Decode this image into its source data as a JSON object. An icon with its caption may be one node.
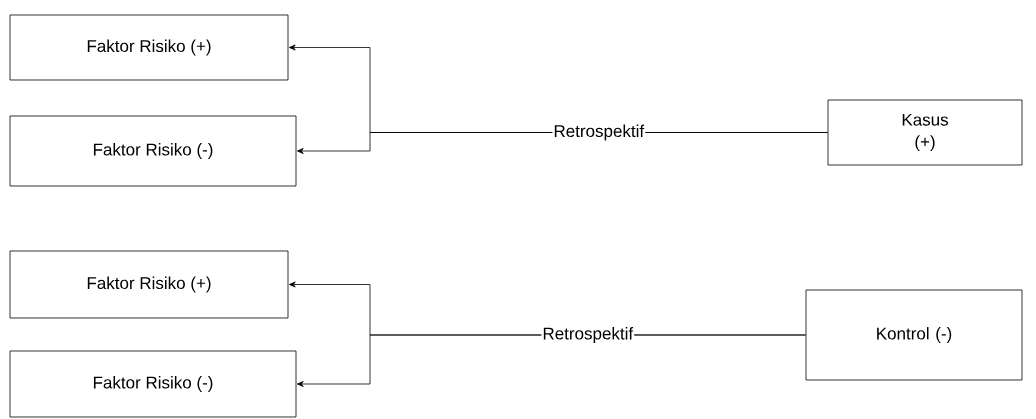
{
  "diagram": {
    "nodes": [
      {
        "text": [
          "Faktor Risiko (+)"
        ]
      },
      {
        "text": [
          "Faktor Risiko (-)"
        ]
      },
      {
        "text": [
          "Kasus (+)"
        ]
      },
      {
        "text": [
          "Faktor Risiko (+)"
        ]
      },
      {
        "text": [
          "Faktor Risiko (-)"
        ]
      },
      {
        "text": [
          "Kontrol (-)"
        ]
      }
    ],
    "edges": [
      {
        "from": 2,
        "to": 0,
        "arrow": "to",
        "label": "Retrospektif"
      },
      {
        "from": 2,
        "to": 1,
        "arrow": "to"
      },
      {
        "from": 5,
        "to": 3,
        "arrow": "to",
        "label": "Retrospektif"
      },
      {
        "from": 5,
        "to": 4,
        "arrow": "to"
      }
    ]
  }
}
